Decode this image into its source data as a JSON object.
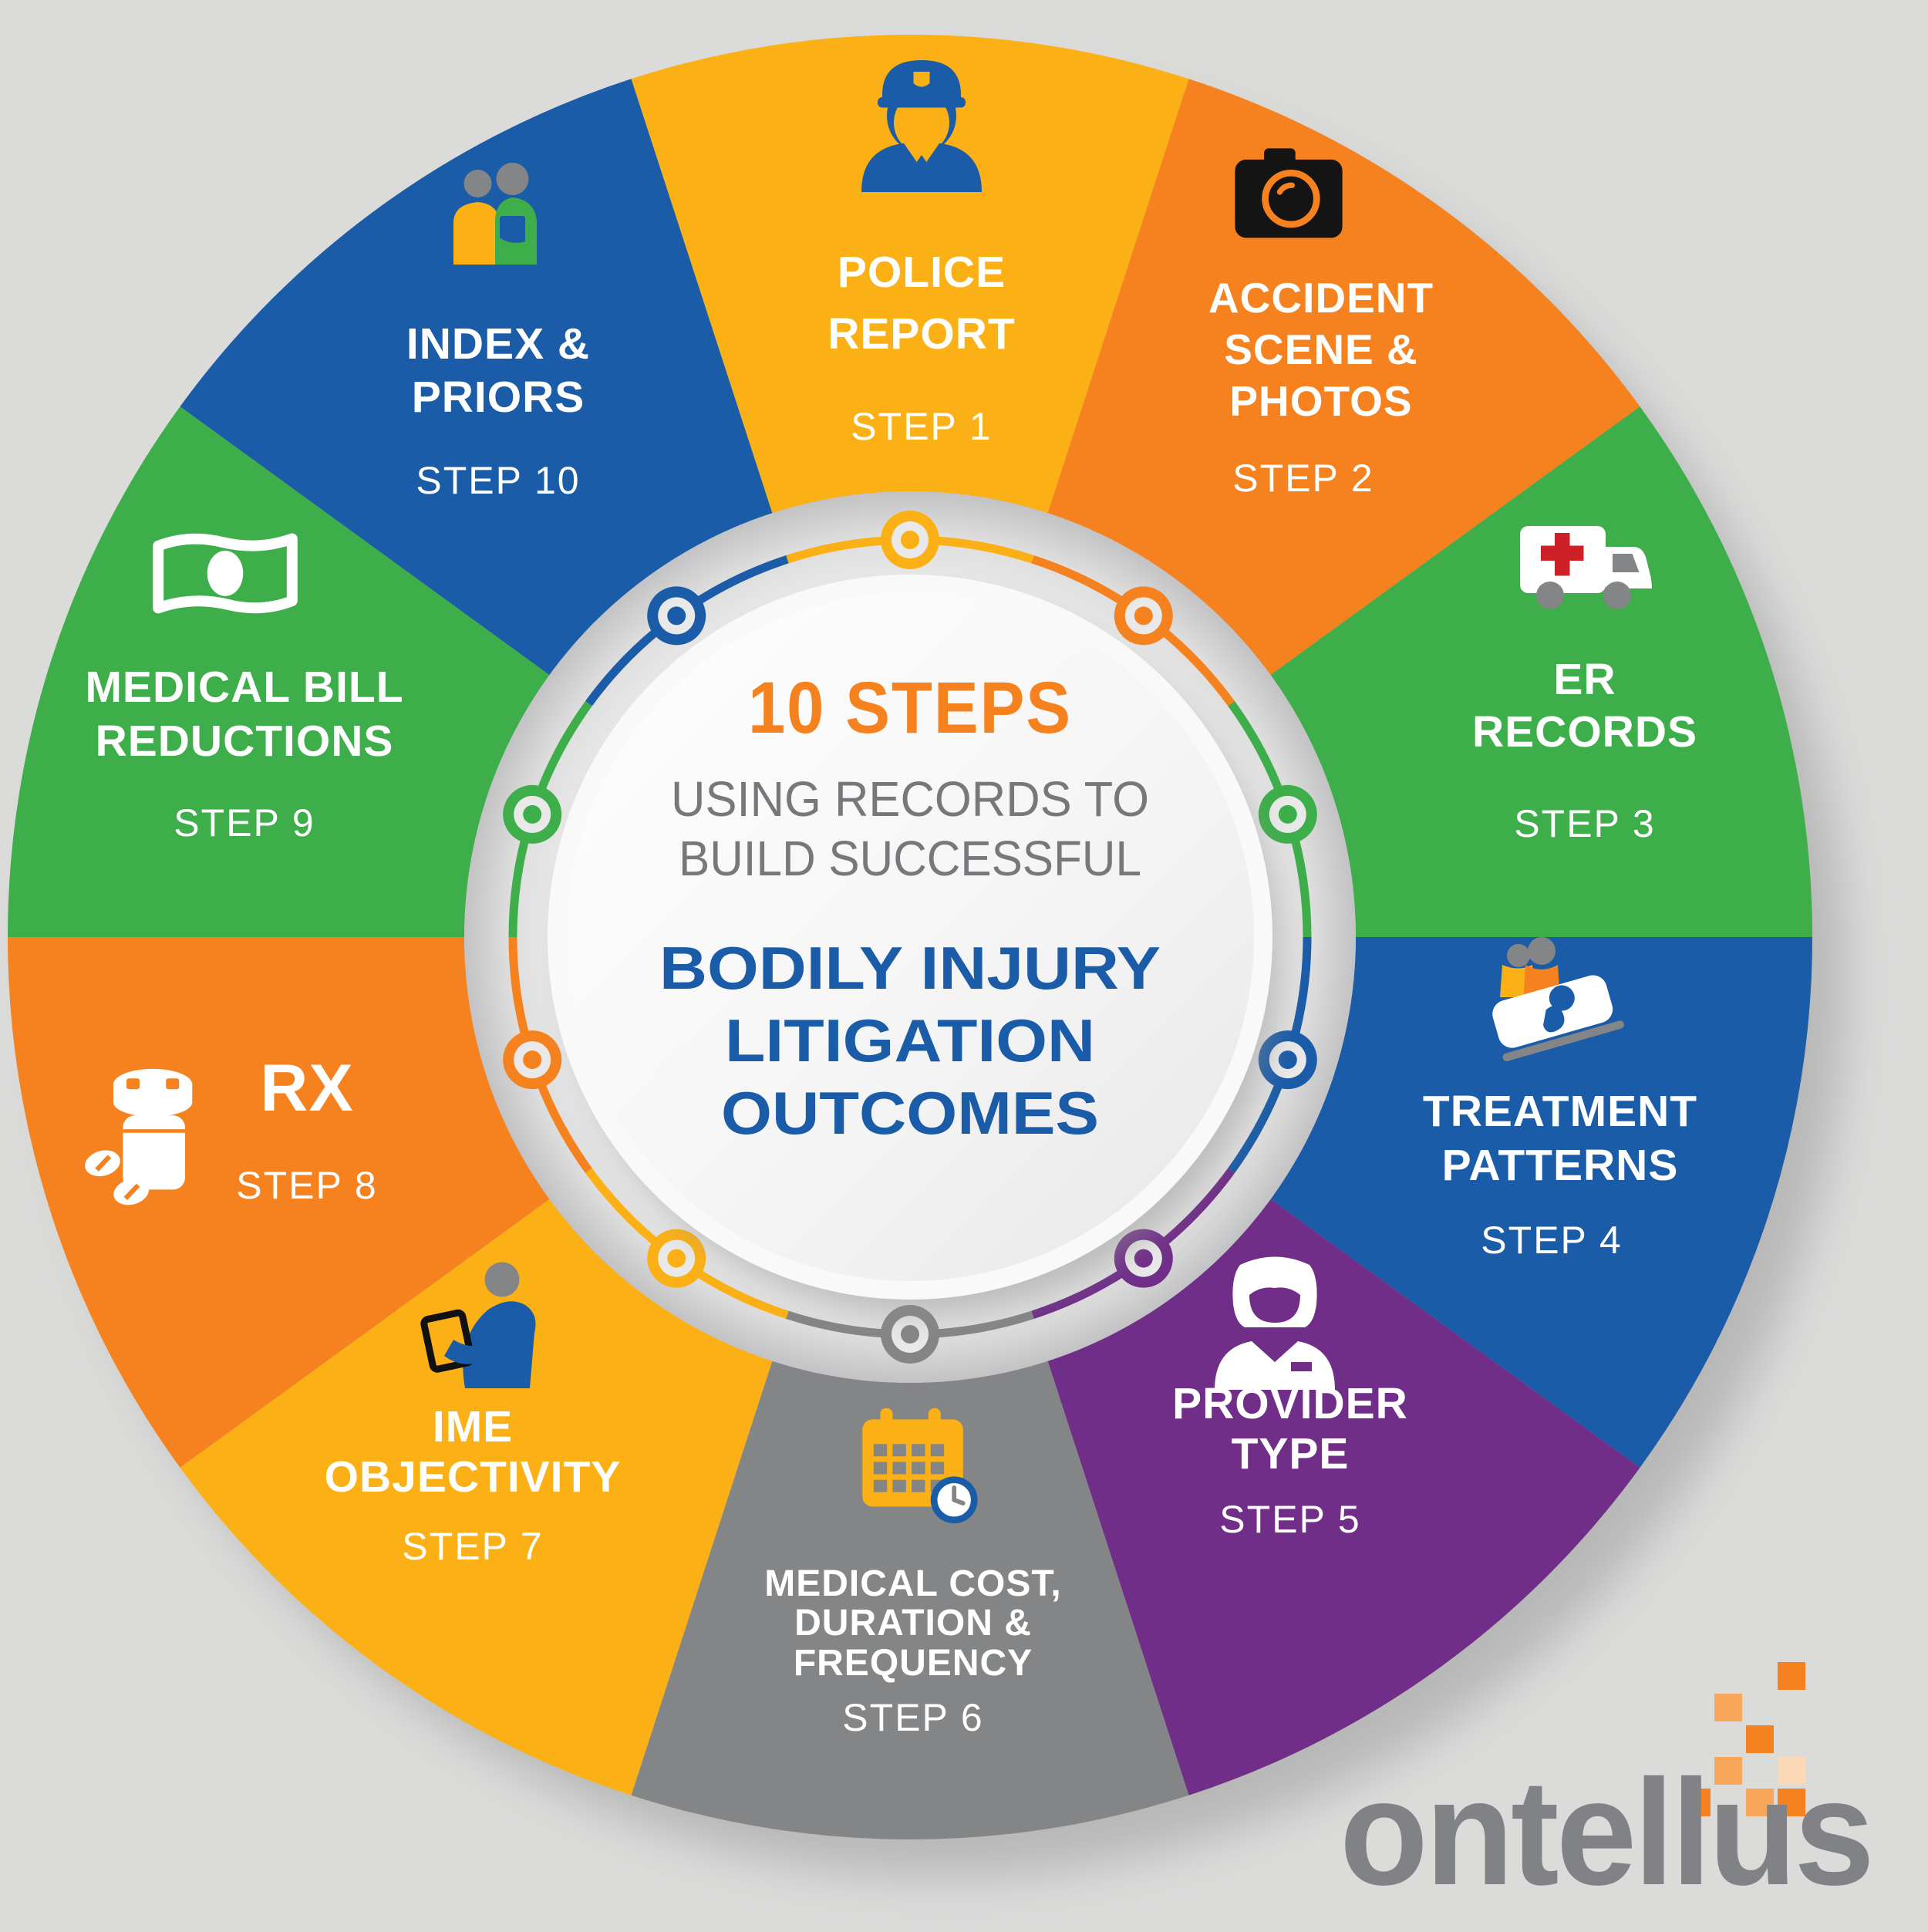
{
  "center": {
    "heading": "10 STEPS",
    "subheading_lines": [
      "USING RECORDS TO",
      "BUILD SUCCESSFUL"
    ],
    "title_lines": [
      "BODILY INJURY",
      "LITIGATION",
      "OUTCOMES"
    ]
  },
  "segments": [
    {
      "id": 1,
      "step_label": "STEP 1",
      "title_lines": [
        "POLICE",
        "REPORT"
      ],
      "color": "#FBB116",
      "icon": "police-officer-icon"
    },
    {
      "id": 2,
      "step_label": "STEP 2",
      "title_lines": [
        "ACCIDENT",
        "SCENE &",
        "PHOTOS"
      ],
      "color": "#F5821F",
      "icon": "camera-icon"
    },
    {
      "id": 3,
      "step_label": "STEP 3",
      "title_lines": [
        "ER",
        "RECORDS"
      ],
      "color": "#3DAE49",
      "icon": "ambulance-icon"
    },
    {
      "id": 4,
      "step_label": "STEP 4",
      "title_lines": [
        "TREATMENT",
        "PATTERNS"
      ],
      "color": "#1A5CA8",
      "icon": "patient-bed-icon"
    },
    {
      "id": 5,
      "step_label": "STEP 5",
      "title_lines": [
        "PROVIDER",
        "TYPE"
      ],
      "color": "#702E88",
      "icon": "medical-provider-icon"
    },
    {
      "id": 6,
      "step_label": "STEP 6",
      "title_lines": [
        "MEDICAL COST,",
        "DURATION &",
        "FREQUENCY"
      ],
      "color": "#838587",
      "icon": "calendar-clock-icon"
    },
    {
      "id": 7,
      "step_label": "STEP 7",
      "title_lines": [
        "IME",
        "OBJECTIVITY"
      ],
      "color": "#FBB116",
      "icon": "person-tablet-icon"
    },
    {
      "id": 8,
      "step_label": "STEP 8",
      "title_lines": [
        "RX"
      ],
      "color": "#F5821F",
      "icon": "pill-bottle-icon"
    },
    {
      "id": 9,
      "step_label": "STEP 9",
      "title_lines": [
        "MEDICAL BILL",
        "REDUCTIONS"
      ],
      "color": "#3DAE49",
      "icon": "money-bill-icon"
    },
    {
      "id": 10,
      "step_label": "STEP 10",
      "title_lines": [
        "INDEX &",
        "PRIORS"
      ],
      "color": "#1A5CA8",
      "icon": "people-pair-icon"
    }
  ],
  "logo": {
    "text": "ontellus"
  },
  "colors": {
    "yellow": "#FBB116",
    "orange": "#F5821F",
    "green": "#3DAE49",
    "blue": "#1A5CA8",
    "purple": "#702E88",
    "gray": "#838587",
    "background": "#DBDBDA",
    "wheel_track": "#E9E9E9",
    "heading_orange": "#F5821F",
    "heading_gray": "#77787B",
    "heading_blue": "#1B5CA8",
    "logo_gray": "#808285",
    "logo_orange": "#F5821F",
    "logo_orange_light": "#F9A85B",
    "logo_orange_pale": "#FBD9B6",
    "red_cross": "#CE2127"
  }
}
